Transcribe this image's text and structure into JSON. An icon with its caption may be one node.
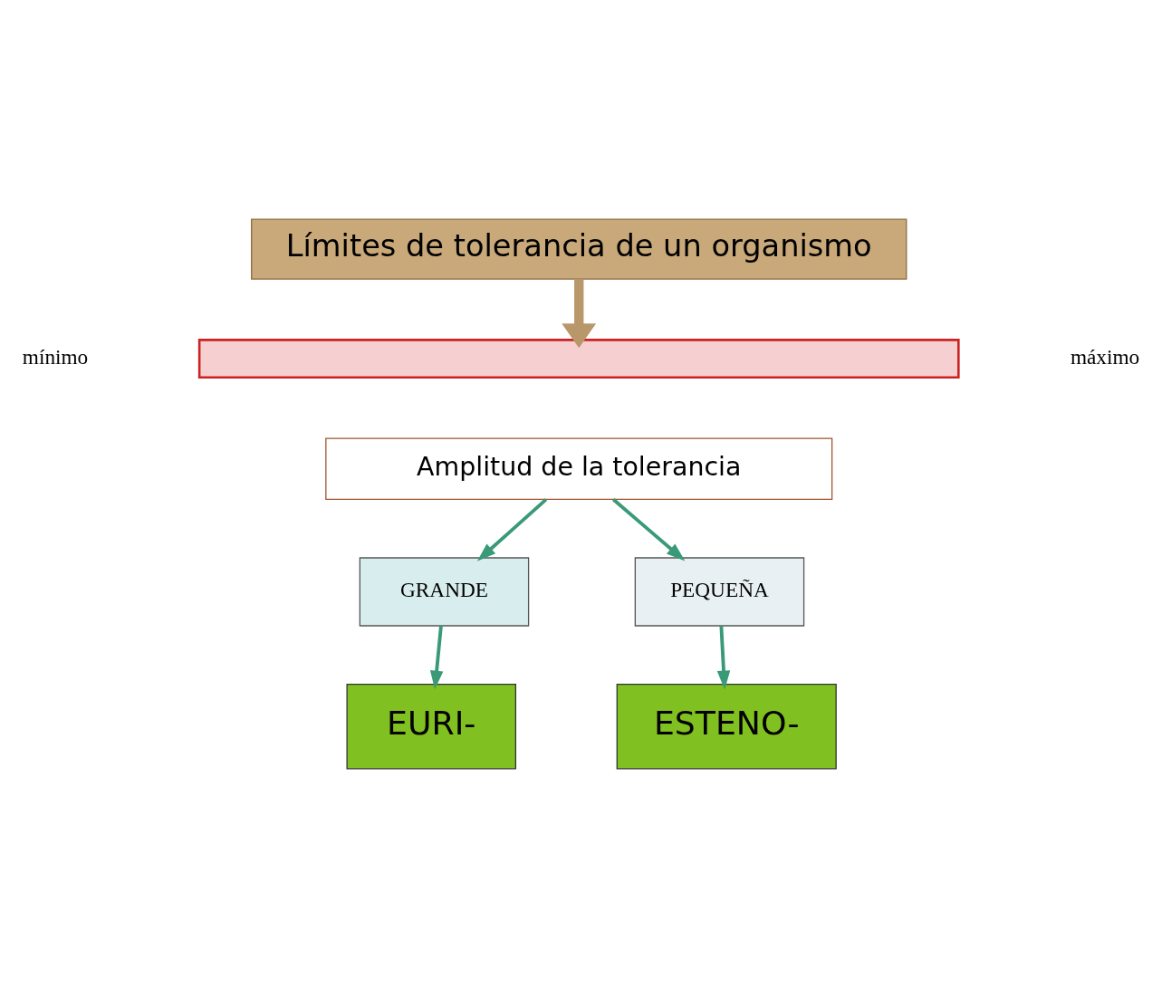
{
  "diagram": {
    "nodes": [
      {
        "text": [
          "Límites de tolerancia de un organismo"
        ]
      },
      {
        "text": [],
        "shape": "bar"
      },
      {
        "text": [
          "Amplitud de la tolerancia"
        ]
      },
      {
        "text": [
          "GRANDE"
        ]
      },
      {
        "text": [
          "PEQUEÑA"
        ]
      },
      {
        "text": [
          "EURI-"
        ]
      },
      {
        "text": [
          "ESTENO-"
        ]
      }
    ],
    "edges": [
      {
        "from": 0,
        "to": 1,
        "arrow": "to",
        "style": "thick",
        "color": "#b8976a"
      },
      {
        "from": 2,
        "to": 3,
        "arrow": "to"
      },
      {
        "from": 2,
        "to": 4,
        "arrow": "to"
      },
      {
        "from": 3,
        "to": 5,
        "arrow": "to"
      },
      {
        "from": 4,
        "to": 6,
        "arrow": "to"
      }
    ],
    "labels": [
      "mínimo",
      "máximo"
    ]
  }
}
